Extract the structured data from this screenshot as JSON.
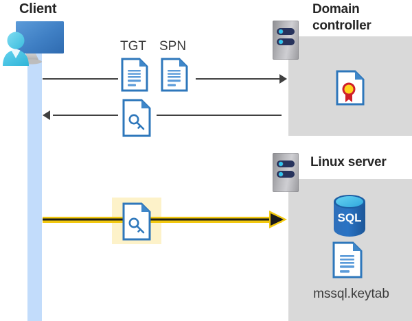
{
  "diagram": {
    "type": "kerberos-authentication-flow",
    "background": "#ffffff"
  },
  "client": {
    "title": "Client",
    "icon": "client-computer-user-icon",
    "lifeline_color": "#c2dcfb"
  },
  "domain_controller": {
    "title": "Domain controller",
    "rack_icon": "server-rack-icon",
    "panel_color": "#d9d9d9",
    "contents": [
      {
        "icon": "certificate-document-icon",
        "label": ""
      }
    ]
  },
  "linux_server": {
    "title": "Linux server",
    "rack_icon": "server-rack-icon",
    "panel_color": "#d9d9d9",
    "contents": [
      {
        "icon": "sql-database-icon",
        "label": "SQL"
      },
      {
        "icon": "document-icon",
        "label": "mssql.keytab"
      }
    ]
  },
  "flows": [
    {
      "id": "request",
      "direction": "right",
      "from": "client",
      "to": "domain_controller",
      "color": "#404040",
      "labels": [
        "TGT",
        "SPN"
      ],
      "icons": [
        "document-text-icon",
        "document-text-icon"
      ]
    },
    {
      "id": "response",
      "direction": "left",
      "from": "domain_controller",
      "to": "client",
      "color": "#404040",
      "labels": [],
      "icons": [
        "document-key-icon"
      ]
    },
    {
      "id": "service-ticket",
      "direction": "right",
      "from": "client",
      "to": "linux_server",
      "color": "#f2c80f",
      "highlight_color": "#fdf2c9",
      "labels": [],
      "icons": [
        "document-key-icon"
      ]
    }
  ],
  "labels": {
    "tgt": "TGT",
    "spn": "SPN",
    "sql": "SQL",
    "keytab": "mssql.keytab"
  },
  "colors": {
    "accent_blue": "#2e77bb",
    "panel_grey": "#d9d9d9",
    "line_dark": "#404040",
    "flow_yellow": "#f2c80f",
    "highlight_yellow": "#fdf2c9",
    "lifeline_blue": "#c2dcfb",
    "text_dark": "#262626"
  }
}
